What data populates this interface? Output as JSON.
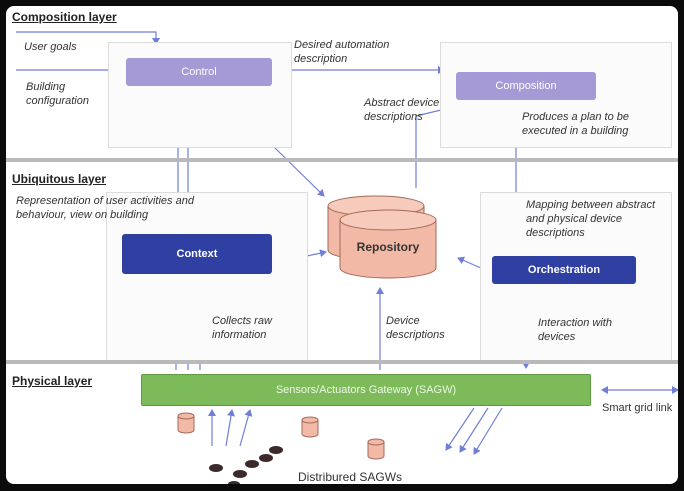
{
  "layers": {
    "composition": "Composition layer",
    "ubiquitous": "Ubiquitous layer",
    "physical": "Physical layer"
  },
  "nodes": {
    "control": "Control",
    "composition": "Composition",
    "context": "Context",
    "repository": "Repository",
    "orchestration": "Orchestration",
    "gateway": "Sensors/Actuators Gateway (SAGW)"
  },
  "annotations": {
    "user_goals": "User goals",
    "building_configuration": "Building configuration",
    "desired_automation": "Desired automation description",
    "abstract_device": "Abstract device descriptions",
    "produces_plan": "Produces a plan to be executed in a building",
    "representation": "Representation of user activities and behaviour, view on building",
    "mapping": "Mapping between abstract and physical device descriptions",
    "collects_raw": "Collects raw information",
    "device_descriptions": "Device descriptions",
    "interaction": "Interaction with devices",
    "smart_grid": "Smart grid link",
    "distributed": "Distribured SAGWs"
  },
  "colors": {
    "light_node": "#a59ad6",
    "dark_node": "#2f3fa2",
    "repository": "#f2b9a6",
    "gateway": "#7dba5a",
    "arrow": "#6f7fd8"
  }
}
